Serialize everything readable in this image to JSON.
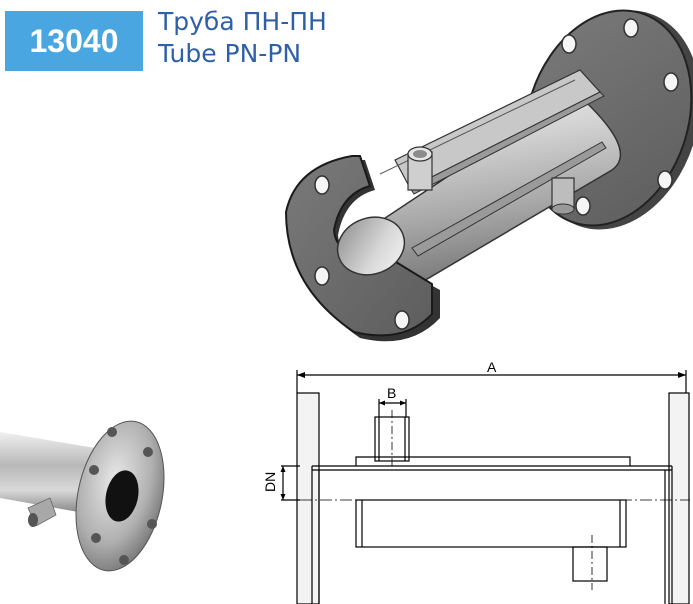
{
  "product": {
    "code": "13040",
    "title_ru": "Труба ПН-ПН",
    "title_en": "Tube PN-PN"
  },
  "drawing": {
    "dim_a": "A",
    "dim_b": "B",
    "dim_dn": "DN"
  },
  "colors": {
    "badge": "#4aa6e0",
    "title": "#2e5fa8"
  }
}
